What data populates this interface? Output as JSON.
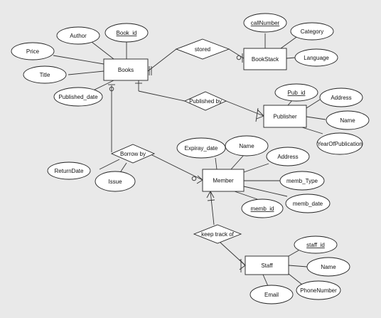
{
  "entities": [
    {
      "id": "books",
      "label": "Books"
    },
    {
      "id": "bookstack",
      "label": "BookStack"
    },
    {
      "id": "publisher",
      "label": "Publisher"
    },
    {
      "id": "member",
      "label": "Member"
    },
    {
      "id": "staff",
      "label": "Staff"
    }
  ],
  "relationships": [
    {
      "id": "stored",
      "label": "stored"
    },
    {
      "id": "published_by",
      "label": "Published by"
    },
    {
      "id": "borrow_by",
      "label": "Borrow by"
    },
    {
      "id": "keep_track_of",
      "label": "keep track of"
    }
  ],
  "attributes": [
    {
      "id": "book_id",
      "label": "Book_id",
      "key": true
    },
    {
      "id": "author",
      "label": "Author",
      "key": false
    },
    {
      "id": "price",
      "label": "Price",
      "key": false
    },
    {
      "id": "title",
      "label": "Title",
      "key": false
    },
    {
      "id": "published_date",
      "label": "Published_date",
      "key": false
    },
    {
      "id": "call_number",
      "label": "callNumber",
      "key": true
    },
    {
      "id": "category",
      "label": "Category",
      "key": false
    },
    {
      "id": "language",
      "label": "Language",
      "key": false
    },
    {
      "id": "pub_id",
      "label": "Pub_id",
      "key": true
    },
    {
      "id": "pub_address",
      "label": "Address",
      "key": false
    },
    {
      "id": "pub_name",
      "label": "Name",
      "key": false
    },
    {
      "id": "year_of_publication",
      "label": "YearOfPublication",
      "key": false
    },
    {
      "id": "expiray_date",
      "label": "Expiray_date",
      "key": false
    },
    {
      "id": "mem_name",
      "label": "Name",
      "key": false
    },
    {
      "id": "mem_address",
      "label": "Address",
      "key": false
    },
    {
      "id": "memb_type",
      "label": "memb_Type",
      "key": false
    },
    {
      "id": "memb_date",
      "label": "memb_date",
      "key": false
    },
    {
      "id": "memb_id",
      "label": "memb_id",
      "key": true
    },
    {
      "id": "return_date",
      "label": "ReturnDate",
      "key": false
    },
    {
      "id": "issue",
      "label": "Issue",
      "key": false
    },
    {
      "id": "staff_id",
      "label": "staff_id",
      "key": true
    },
    {
      "id": "staff_name",
      "label": "Name",
      "key": false
    },
    {
      "id": "phone_number",
      "label": "PhoneNumber",
      "key": false
    },
    {
      "id": "email",
      "label": "Email",
      "key": false
    }
  ],
  "colors": {
    "background": "#e9e9e9",
    "shape_fill": "#ffffff",
    "stroke": "#222222"
  }
}
